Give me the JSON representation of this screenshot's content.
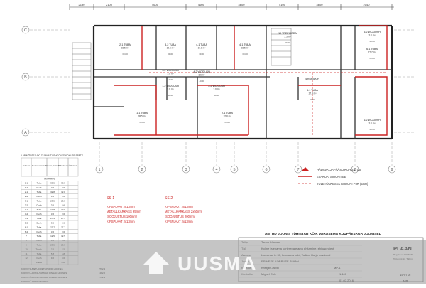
{
  "dimensions_top": [
    "2190",
    "2100",
    "4600",
    "4600",
    "4600",
    "4100",
    "4600",
    "2140"
  ],
  "grid_columns": [
    "1",
    "2",
    "3",
    "4",
    "5",
    "6",
    "7",
    "8",
    "9"
  ],
  "grid_rows": [
    "A",
    "B",
    "C"
  ],
  "rooms": [
    {
      "name": "2-1 TUBA",
      "area": "23.5 m²",
      "level": "±0.00"
    },
    {
      "name": "3-2 TUBA",
      "area": "12.5 m²",
      "level": "±0.00"
    },
    {
      "name": "4-1 TUBA",
      "area": "10.8 m²",
      "level": "±0.00"
    },
    {
      "name": "4-1 TUBA",
      "area": "23.5 m²",
      "level": "±0.00"
    },
    {
      "name": "10 TREPIKODA",
      "area": "2.5 m²",
      "level": "±0.00"
    },
    {
      "name": "6-1 TUBA",
      "area": "27.7 m²",
      "level": "±0.00"
    },
    {
      "name": "5-2 WC/DUSH",
      "area": "3.6 m²",
      "level": "+0.00"
    },
    {
      "name": "3-2 WC/DUSH",
      "area": "3.6 m²",
      "level": "+0.00"
    },
    {
      "name": "4-2 WC/DUSH",
      "area": "3.6 m²",
      "level": "+0.00"
    },
    {
      "name": "1-1 TUBA",
      "area": "38.5 m²",
      "level": "±0.00"
    },
    {
      "name": "2-1 TUBA",
      "area": "32.8 m²",
      "level": "±0.00"
    },
    {
      "name": "1-2 WC/DUSH",
      "area": "3.6 m²",
      "level": "+0.00"
    },
    {
      "name": "2-2 WC/DUSH",
      "area": "3.6 m²",
      "level": "+0.00"
    },
    {
      "name": "5-1 TUBA",
      "area": "27.4 m²",
      "level": "±0.00"
    },
    {
      "name": "6-2 WC/DUSH",
      "area": "3.6 m²",
      "level": "+0.00"
    },
    {
      "name": "4 KORIDOR",
      "area": "",
      "level": ""
    }
  ],
  "legend": [
    {
      "label": "HÄDAVALJAPÄÄSU KOHUSTUS",
      "color": "#cc2222"
    },
    {
      "label": "EVAKUATSIOONITEE",
      "color": "#cc2222"
    },
    {
      "label": "TULETÕKKESEKTSIOONI PIIR (EI30)",
      "color": "#cc2222"
    }
  ],
  "sections": [
    {
      "code": "SS-1",
      "lines": [
        "KIPSPLAAT 2x13mm",
        "METALLKARKASS 95mm",
        "/SOOJUSTUS 100mm/",
        "KIPSPLAAT 2x13mm"
      ]
    },
    {
      "code": "SS-2",
      "lines": [
        "KIPSPLAAT 2x13mm",
        "METALLKARKASS 2x50mm",
        "/SOOJUSTUS 200mm/",
        "KIPSPLAAT 2x13mm"
      ]
    }
  ],
  "room_table": {
    "title": "LÄBIMÕÕTE 1:NO ZJ MAJUTUSHOONED KOHUSE SPETS",
    "headers": [
      "Tuba nr",
      "Ruumi nimetus",
      "Ruumi pind m²",
      "Tubade arv",
      "Üldkasut."
    ],
    "group": "I KORRUS",
    "rows": [
      [
        "1-1",
        "Tuba",
        "38.5",
        "38.5"
      ],
      [
        "1-2",
        "Dush",
        "3.6",
        "3.6"
      ],
      [
        "2-1",
        "Tuba",
        "32.8",
        "32.8"
      ],
      [
        "2-2",
        "Dush",
        "3.6",
        "3.6"
      ],
      [
        "3-1",
        "Tuba",
        "23.5",
        "23.5"
      ],
      [
        "3-2",
        "Dush",
        "3.6",
        "3.6"
      ],
      [
        "4-1",
        "Tuba",
        "10.8",
        "10.8"
      ],
      [
        "4-2",
        "Dush",
        "3.6",
        "3.6"
      ],
      [
        "5-1",
        "Tuba",
        "27.4",
        "27.4"
      ],
      [
        "5-2",
        "Dush",
        "3.6",
        "3.6"
      ],
      [
        "6-1",
        "Tuba",
        "27.7",
        "27.7"
      ],
      [
        "6-2",
        "Dush",
        "3.6",
        "3.6"
      ],
      [
        "7",
        "Tuba",
        "12.5",
        "12.5"
      ],
      [
        "8",
        "Dush",
        "3.6",
        "3.6"
      ],
      [
        "9",
        "Tuba",
        "23.5",
        "23.5"
      ],
      [
        "10",
        "Trepik.",
        "2.5",
        "2.5"
      ],
      [
        "11",
        "Tuba",
        "5.8",
        "5.8"
      ],
      [
        "12",
        "Dush",
        "9.6",
        "9.6"
      ],
      [
        "",
        "Kokku",
        "",
        "236"
      ]
    ],
    "totals": [
      {
        "label": "KOKKU SUUETUD RETEPHIRID HOONES",
        "value": "2792.3"
      },
      {
        "label": "KOKKU ÜLDKASUTATAVAD PINNAD HOONES",
        "value": "282.6"
      },
      {
        "label": "KOKKU ÜLDKASUTATAVAD PINNAD HOONES",
        "value": "2792.3"
      },
      {
        "label": "KOKKU ÜLDPIND HOONES",
        "value": ""
      }
    ]
  },
  "title_block": {
    "header": "ANTUD JOONIS TÜHISTAB KÕIK VARASEMA KUUPÄEVAGA JOONISED",
    "rows": [
      {
        "key": "Tellija",
        "value": "Tarmo Lüsmaa"
      },
      {
        "key": "Töö",
        "value": "Kolme ja enama korterega elamu ehitamine, ehitusprojekt"
      },
      {
        "key": "Aadress",
        "value": "Laoranna tn 30, Laoranna vald, Tallinn, Harju maakond"
      },
      {
        "key": "Joonis",
        "value": "ESIMESE KORRUSE PLAAN"
      },
      {
        "key": "Koostas",
        "value": "Kristjan Järvel"
      },
      {
        "key": "Kontrollis",
        "value": "Miguel Cole"
      }
    ],
    "sheet_code": "MP-1",
    "scale": "1:100",
    "date": "01.07.2016",
    "project_no": "15-0716",
    "part": "MP",
    "company": "PLAAN",
    "company_reg": "Reg. kood 12345678",
    "company_address": "Tartu mnt 14, Tallinn"
  },
  "watermark": "UUSMA"
}
